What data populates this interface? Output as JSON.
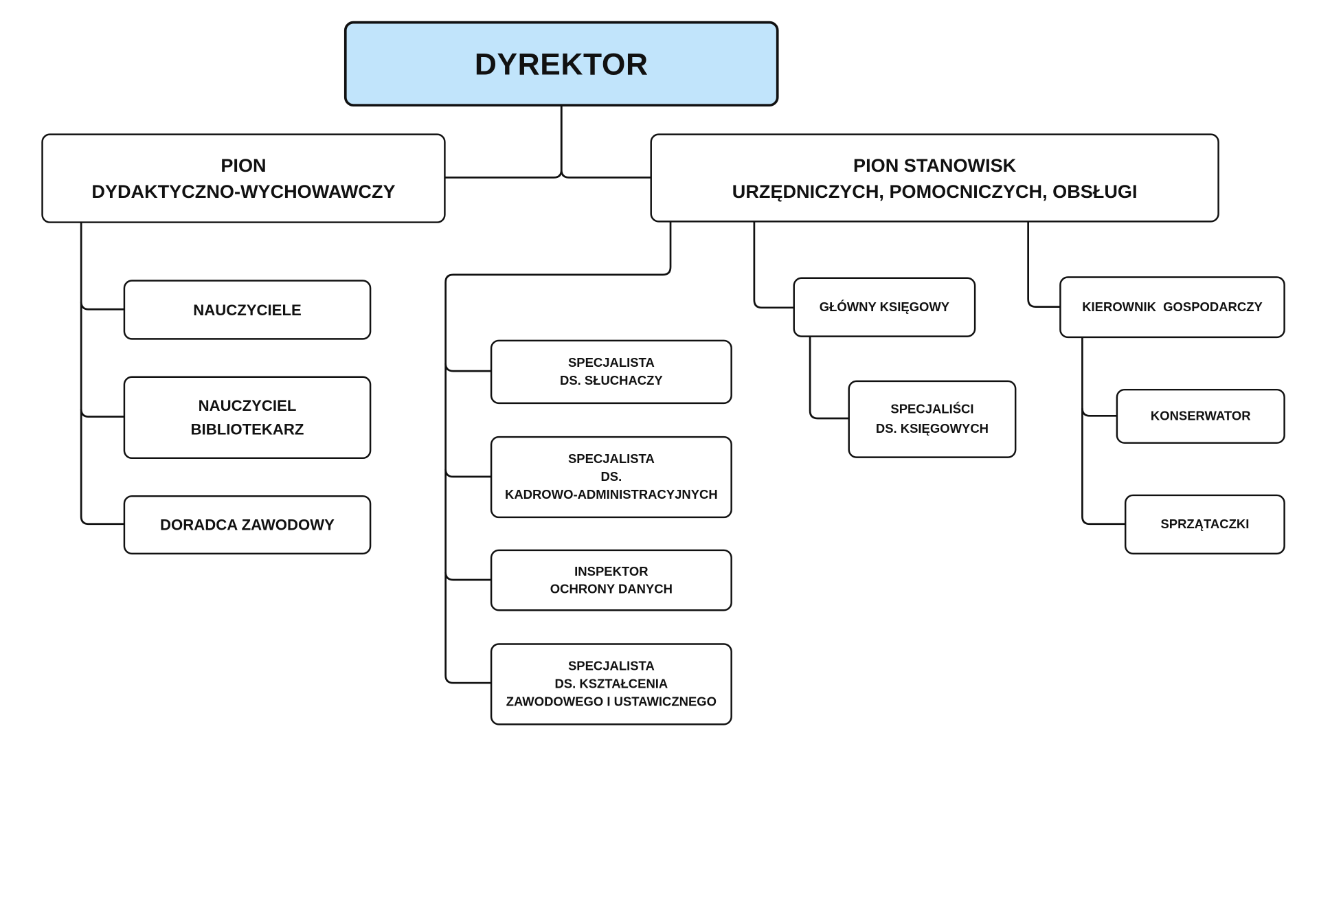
{
  "director": {
    "label": "DYREKTOR"
  },
  "pion_dydaktyczny": {
    "line1": "PION",
    "line2": "DYDAKTYCZNO-WYCHOWAWCZY",
    "children": {
      "nauczyciele": "NAUCZYCIELE",
      "nauczyciel_bibliotekarz": [
        "NAUCZYCIEL",
        "BIBLIOTEKARZ"
      ],
      "doradca_zawodowy": "DORADCA ZAWODOWY"
    }
  },
  "pion_stanowisk": {
    "line1": "PION STANOWISK",
    "line2": "URZĘDNICZYCH, POMOCNICZYCH, OBSŁUGI",
    "specjalisci": {
      "sluchaczy": [
        "SPECJALISTA",
        "DS. SŁUCHACZY"
      ],
      "kadrowo": [
        "SPECJALISTA",
        "DS.",
        "KADROWO-ADMINISTRACYJNYCH"
      ],
      "inspektor": [
        "INSPEKTOR",
        "OCHRONY DANYCH"
      ],
      "ksztalcenia": [
        "SPECJALISTA",
        "DS.  KSZTAŁCENIA",
        "ZAWODOWEGO I USTAWICZNEGO"
      ]
    },
    "glowny_ksiegowy": {
      "label": "GŁÓWNY KSIĘGOWY",
      "child": [
        "SPECJALIŚCI",
        "DS. KSIĘGOWYCH"
      ]
    },
    "kierownik_gospodarczy": {
      "label": "KIEROWNIK  GOSPODARCZY",
      "children": {
        "konserwator": "KONSERWATOR",
        "sprzataczki": "SPRZĄTACZKI"
      }
    }
  }
}
